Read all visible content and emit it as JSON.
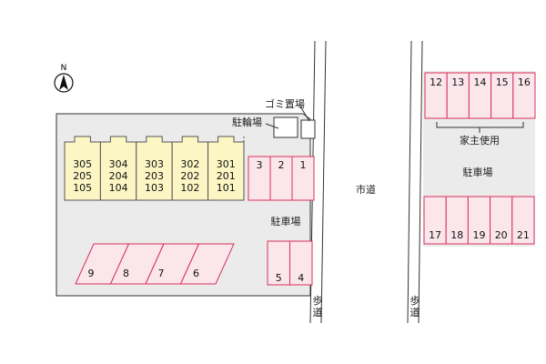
{
  "compass": {
    "label": "N",
    "icon": "north-arrow-icon"
  },
  "labels": {
    "garbage": "ゴミ置場",
    "bicycle": "駐輪場",
    "parking_left": "駐車場",
    "parking_right": "駐車場",
    "city_road": "市道",
    "owner_use": "家主使用",
    "sidewalk": "歩道"
  },
  "building_units": [
    [
      "305",
      "205",
      "105"
    ],
    [
      "304",
      "204",
      "104"
    ],
    [
      "303",
      "203",
      "103"
    ],
    [
      "302",
      "202",
      "102"
    ],
    [
      "301",
      "201",
      "101"
    ]
  ],
  "parking_spaces": {
    "left_top": [
      "3",
      "2",
      "1"
    ],
    "left_bottom": [
      "5",
      "4"
    ],
    "diagonal": [
      "9",
      "8",
      "7",
      "6"
    ],
    "right_top": [
      "12",
      "13",
      "14",
      "15",
      "16"
    ],
    "right_bottom": [
      "17",
      "18",
      "19",
      "20",
      "21"
    ]
  },
  "colors": {
    "building_fill": "#fbf6c4",
    "parking_fill": "#fbe6ec",
    "parking_stroke": "#d8305a",
    "lot_fill": "#ebebeb",
    "road_line": "#333333"
  }
}
